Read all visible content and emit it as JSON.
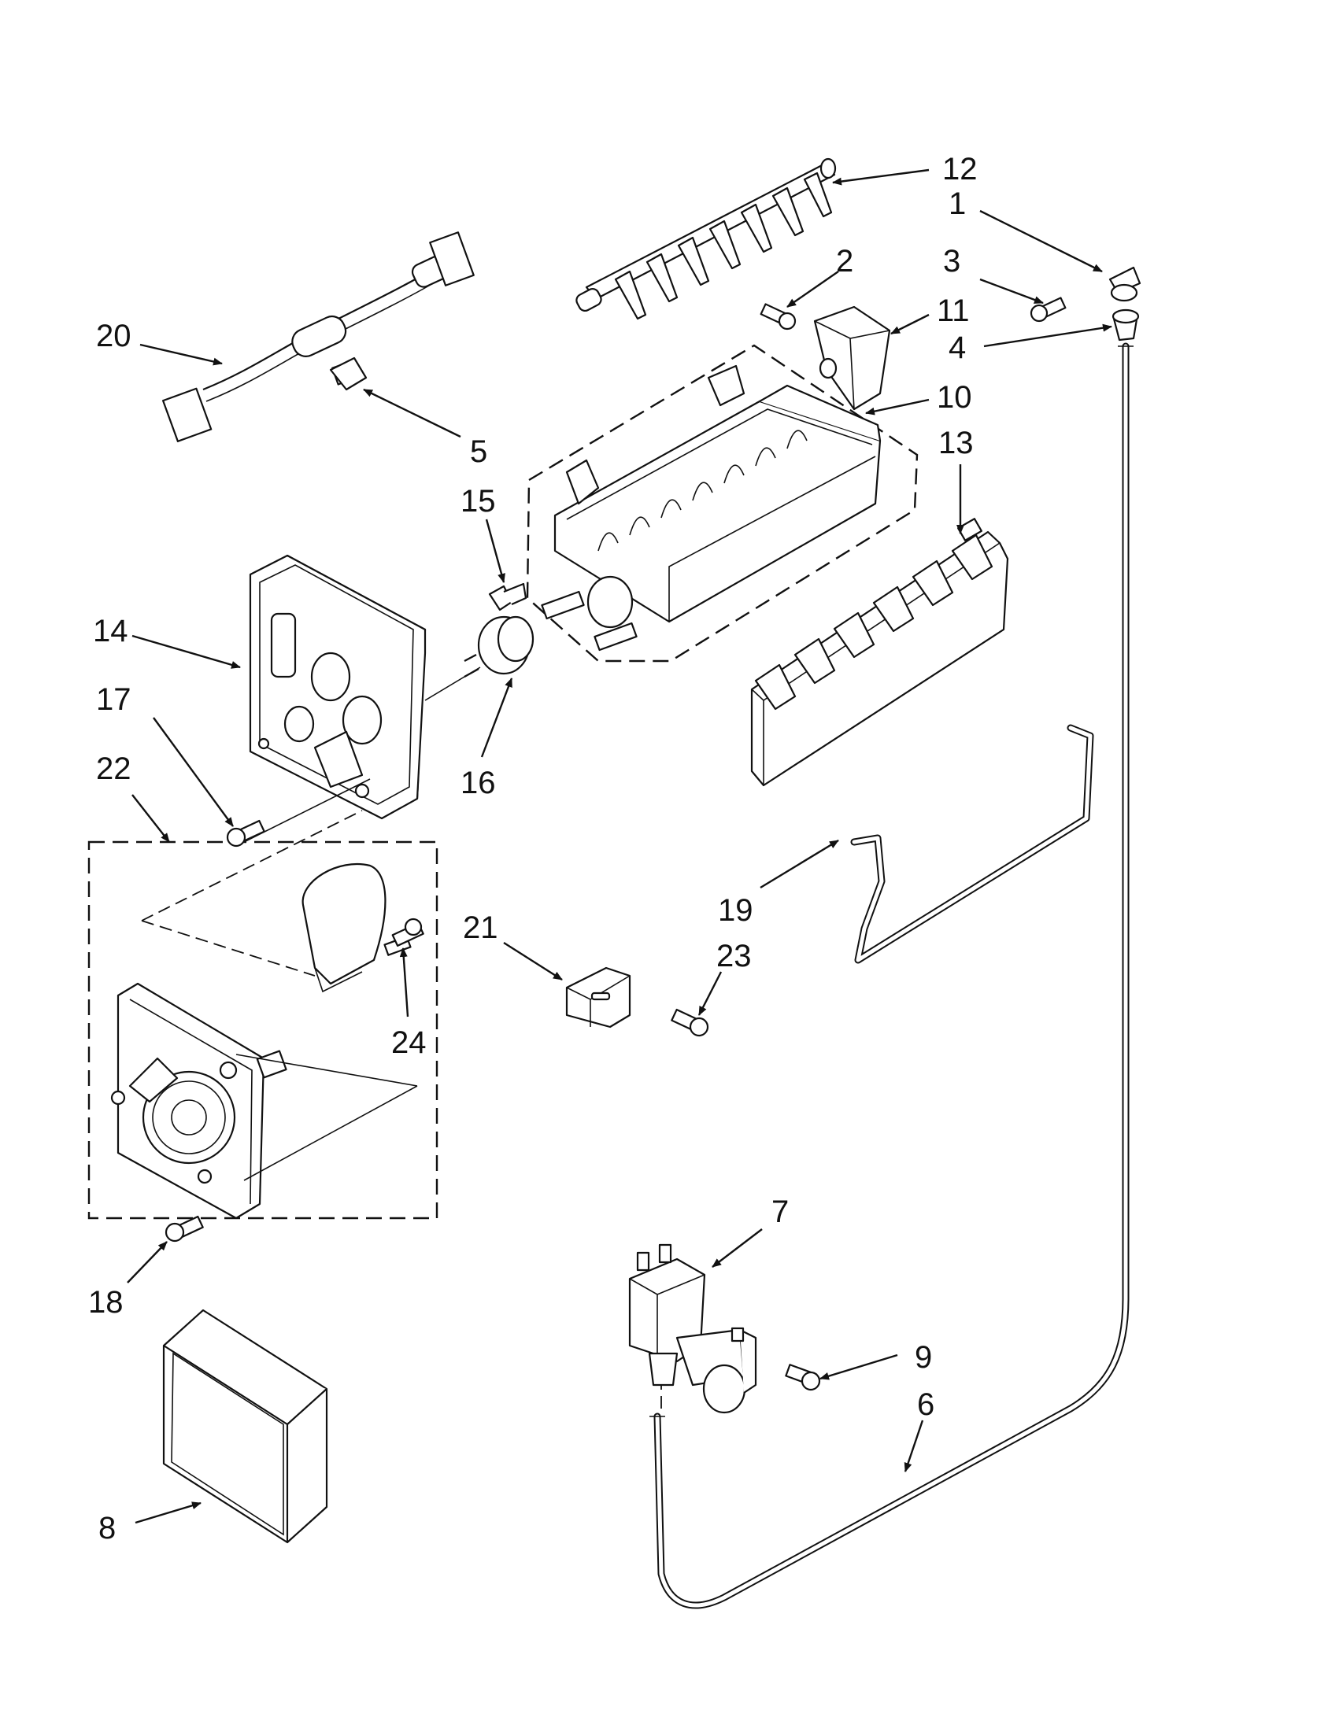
{
  "callouts": [
    {
      "id": "12",
      "text": "12"
    },
    {
      "id": "1",
      "text": "1"
    },
    {
      "id": "2",
      "text": "2"
    },
    {
      "id": "3",
      "text": "3"
    },
    {
      "id": "11",
      "text": "11"
    },
    {
      "id": "4",
      "text": "4"
    },
    {
      "id": "20",
      "text": "20"
    },
    {
      "id": "10",
      "text": "10"
    },
    {
      "id": "5",
      "text": "5"
    },
    {
      "id": "13",
      "text": "13"
    },
    {
      "id": "15",
      "text": "15"
    },
    {
      "id": "14",
      "text": "14"
    },
    {
      "id": "17",
      "text": "17"
    },
    {
      "id": "16",
      "text": "16"
    },
    {
      "id": "22",
      "text": "22"
    },
    {
      "id": "19",
      "text": "19"
    },
    {
      "id": "21",
      "text": "21"
    },
    {
      "id": "23",
      "text": "23"
    },
    {
      "id": "24",
      "text": "24"
    },
    {
      "id": "7",
      "text": "7"
    },
    {
      "id": "18",
      "text": "18"
    },
    {
      "id": "9",
      "text": "9"
    },
    {
      "id": "6",
      "text": "6"
    },
    {
      "id": "8",
      "text": "8"
    }
  ]
}
